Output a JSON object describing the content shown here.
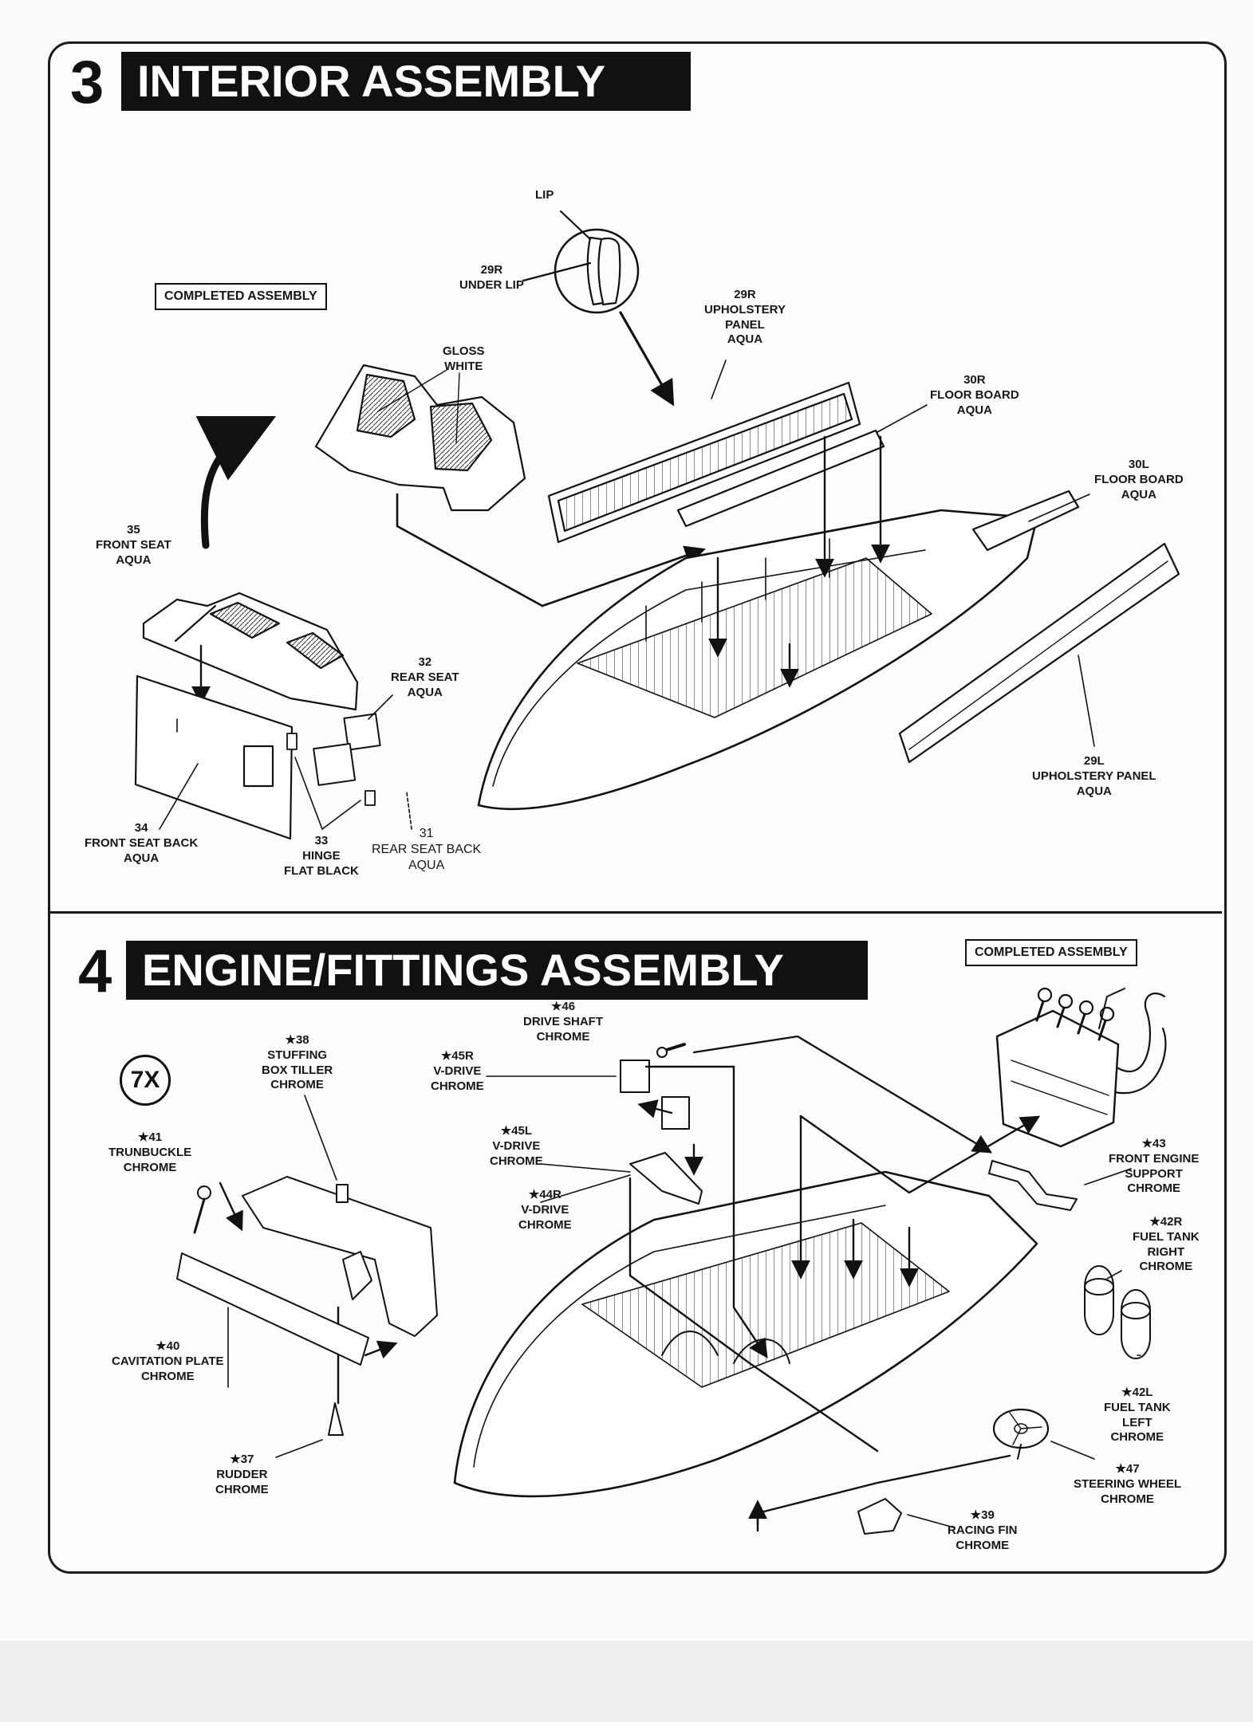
{
  "section3": {
    "number": "3",
    "title": "INTERIOR ASSEMBLY",
    "completed_label": "COMPLETED ASSEMBLY",
    "labels": {
      "lip": "LIP",
      "p29r_under_lip": [
        "29R",
        "UNDER LIP"
      ],
      "p29r_upholstery": [
        "29R",
        "UPHOLSTERY",
        "PANEL",
        "AQUA"
      ],
      "gloss_white": [
        "GLOSS",
        "WHITE"
      ],
      "p30r": [
        "30R",
        "FLOOR BOARD",
        "AQUA"
      ],
      "p30l": [
        "30L",
        "FLOOR BOARD",
        "AQUA"
      ],
      "p35": [
        "35",
        "FRONT SEAT",
        "AQUA"
      ],
      "p32": [
        "32",
        "REAR SEAT",
        "AQUA"
      ],
      "p34": [
        "34",
        "FRONT SEAT BACK",
        "AQUA"
      ],
      "p33": [
        "33",
        "HINGE",
        "FLAT BLACK"
      ],
      "p31": [
        "31",
        "REAR SEAT BACK",
        "AQUA"
      ],
      "p29l": [
        "29L",
        "UPHOLSTERY PANEL",
        "AQUA"
      ]
    }
  },
  "section4": {
    "number": "4",
    "title": "ENGINE/FITTINGS ASSEMBLY",
    "completed_label": "COMPLETED ASSEMBLY",
    "multiplier": "7X",
    "labels": {
      "p46": [
        "★46",
        "DRIVE SHAFT",
        "CHROME"
      ],
      "p38": [
        "★38",
        "STUFFING",
        "BOX TILLER",
        "CHROME"
      ],
      "p45r": [
        "★45R",
        "V-DRIVE",
        "CHROME"
      ],
      "p45l": [
        "★45L",
        "V-DRIVE",
        "CHROME"
      ],
      "p44r": [
        "★44R",
        "V-DRIVE",
        "CHROME"
      ],
      "p41": [
        "★41",
        "TRUNBUCKLE",
        "CHROME"
      ],
      "p40": [
        "★40",
        "CAVITATION PLATE",
        "CHROME"
      ],
      "p37": [
        "★37",
        "RUDDER",
        "CHROME"
      ],
      "p43": [
        "★43",
        "FRONT ENGINE",
        "SUPPORT",
        "CHROME"
      ],
      "p42r": [
        "★42R",
        "FUEL TANK",
        "RIGHT",
        "CHROME"
      ],
      "p42l": [
        "★42L",
        "FUEL TANK",
        "LEFT",
        "CHROME"
      ],
      "p47": [
        "★47",
        "STEERING WHEEL",
        "CHROME"
      ],
      "p39": [
        "★39",
        "RACING FIN",
        "CHROME"
      ]
    }
  }
}
